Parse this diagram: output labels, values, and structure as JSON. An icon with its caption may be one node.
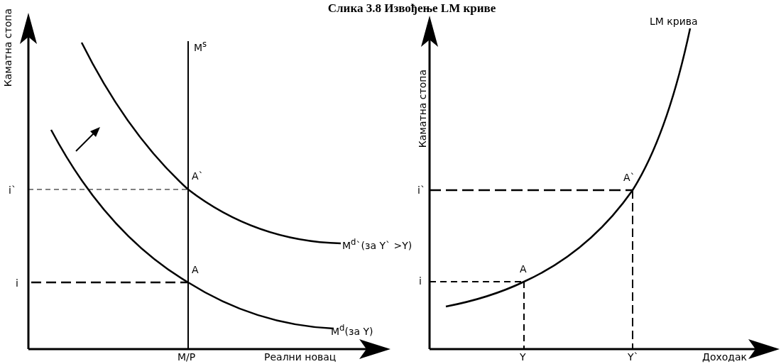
{
  "diagram": {
    "title": "Слика 3.8 Извођење LM криве",
    "labels": [
      "Каматна стопа",
      "M$^{s}$",
      "LM крива",
      "Каматна стопа",
      "A`",
      "A`",
      "i`",
      "i`",
      "M$^{d}$`(за Y` >Y)",
      "A",
      "A",
      "i",
      "i",
      "M$^{d}$(за Y)",
      "M/P",
      "Реални новац",
      "Y",
      "Y`",
      "Доходак"
    ]
  }
}
